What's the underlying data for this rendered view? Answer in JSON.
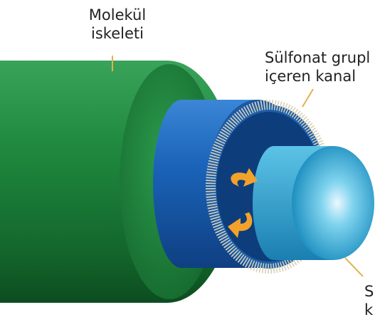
{
  "labels": {
    "backbone_line1": "Molekül",
    "backbone_line2": "iskeleti",
    "sulfonate_line1": "Sülfonat grupl",
    "sulfonate_line2": "içeren kanal",
    "cut_line1": "S",
    "cut_line2": "k"
  },
  "colors": {
    "backbone_green": "#1f8a3f",
    "backbone_green_dark": "#13652b",
    "channel_blue": "#1a63b8",
    "channel_blue_dark": "#0f3f82",
    "core_cyan": "#2fb1d8",
    "sulfonate_ring": "#c9c2a8",
    "water_arrow": "#f2a12b",
    "leader_line": "#e3b24a"
  },
  "icons": {
    "water_flow": "curved-arrow-icon"
  }
}
